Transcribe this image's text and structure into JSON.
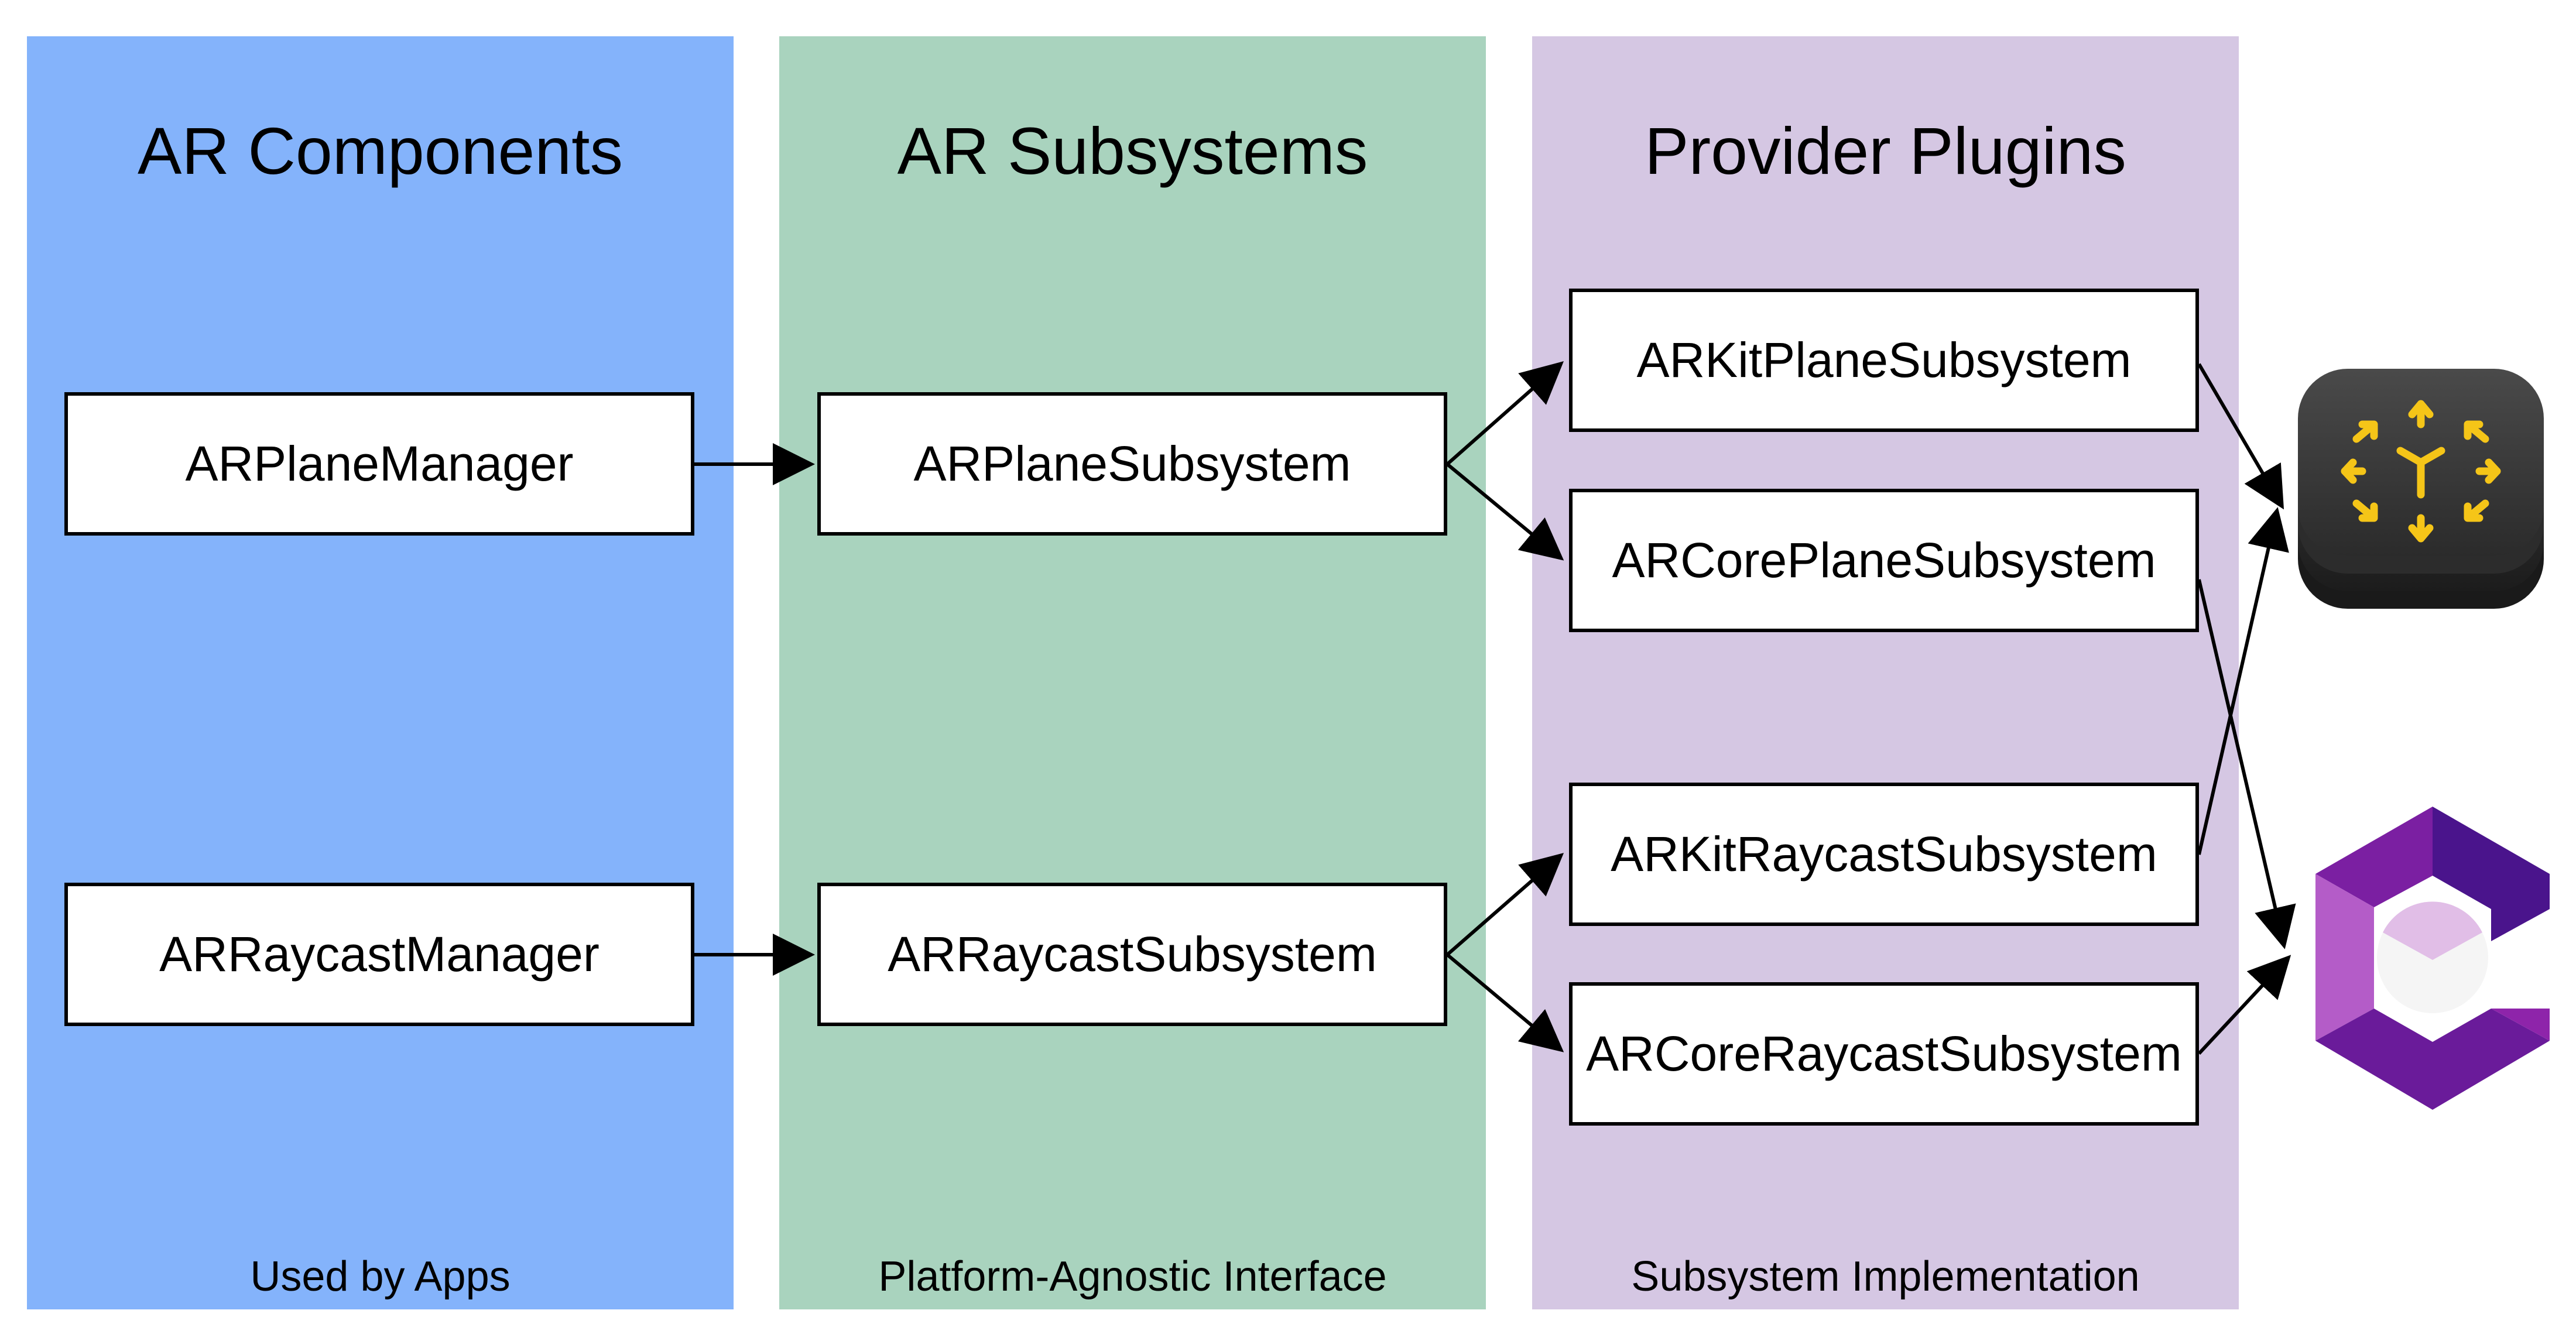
{
  "columns": [
    {
      "title": "AR Components",
      "footer": "Used by Apps",
      "color": "#84b3fb"
    },
    {
      "title": "AR Subsystems",
      "footer": "Platform-Agnostic Interface",
      "color": "#a9d3be"
    },
    {
      "title": "Provider Plugins",
      "footer": "Subsystem Implementation",
      "color": "#d5c7e3"
    }
  ],
  "boxes": {
    "plane_manager": "ARPlaneManager",
    "raycast_manager": "ARRaycastManager",
    "plane_subsystem": "ARPlaneSubsystem",
    "raycast_subsystem": "ARRaycastSubsystem",
    "arkit_plane": "ARKitPlaneSubsystem",
    "arcore_plane": "ARCorePlaneSubsystem",
    "arkit_raycast": "ARKitRaycastSubsystem",
    "arcore_raycast": "ARCoreRaycastSubsystem"
  },
  "icons": {
    "arkit": "arkit-logo-icon",
    "arcore": "arcore-logo-icon"
  },
  "colors": {
    "arkit_arrows": "#f5c518",
    "arcore_purple": "#7b1fa2"
  }
}
